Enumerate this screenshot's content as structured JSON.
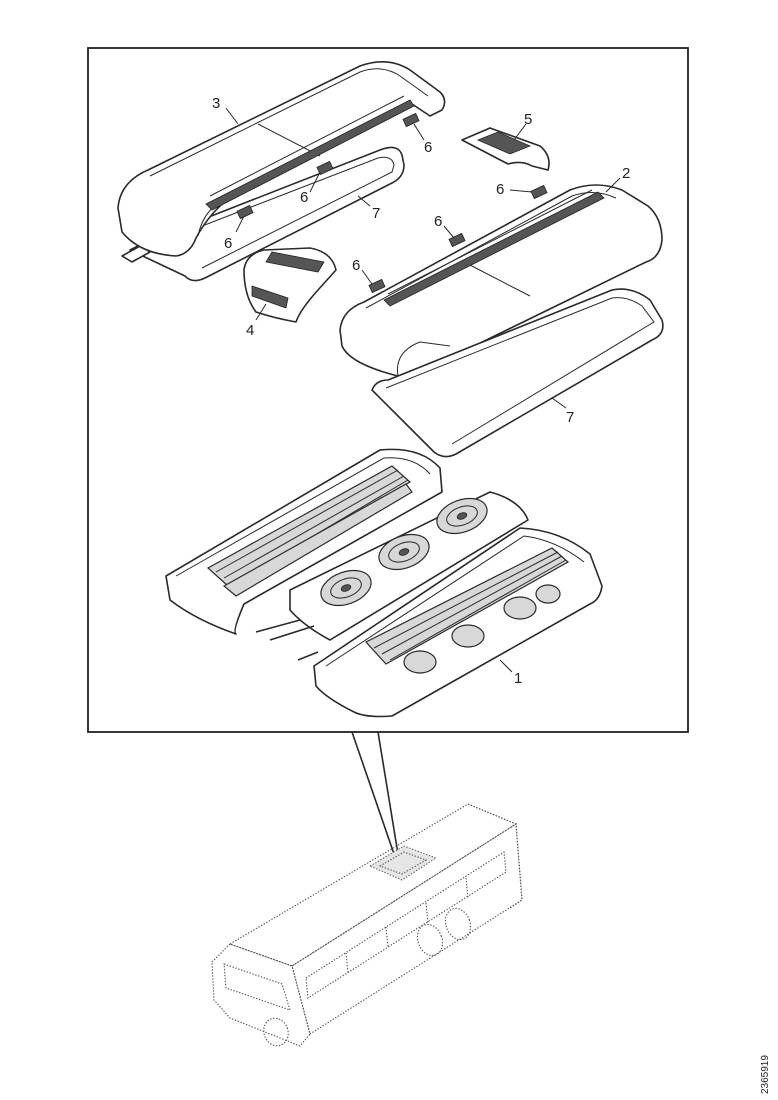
{
  "callouts": {
    "part_1": "1",
    "part_2": "2",
    "part_3": "3",
    "part_4": "4",
    "part_5": "5",
    "part_6a": "6",
    "part_6b": "6",
    "part_6c": "6",
    "part_6d": "6",
    "part_6e": "6",
    "part_6f": "6",
    "part_7a": "7",
    "part_7b": "7"
  },
  "reference_number": "2365919"
}
